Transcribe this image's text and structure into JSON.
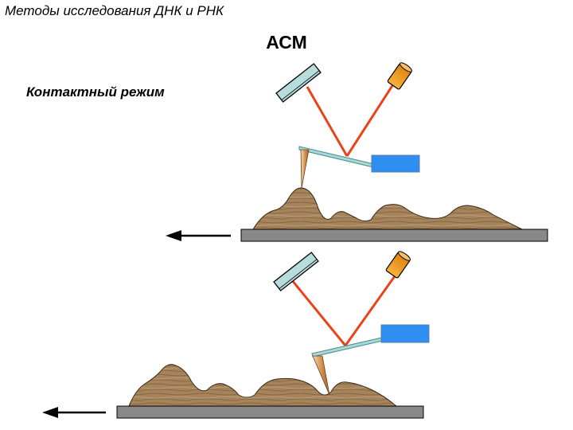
{
  "header": {
    "title": "Методы исследования ДНК и РНК"
  },
  "slide": {
    "title": "АСМ",
    "mode_label": "Контактный режим"
  },
  "colors": {
    "laser_beam": "#e8431c",
    "laser_source": "#f49d1a",
    "mirror": "#b7dcdc",
    "photodetector": "#2f8ef2",
    "cantilever": "#a8d8d8",
    "tip": "#d39455",
    "sample_surface": "#a5835b",
    "substrate": "#888888",
    "arrow": "#000000"
  }
}
